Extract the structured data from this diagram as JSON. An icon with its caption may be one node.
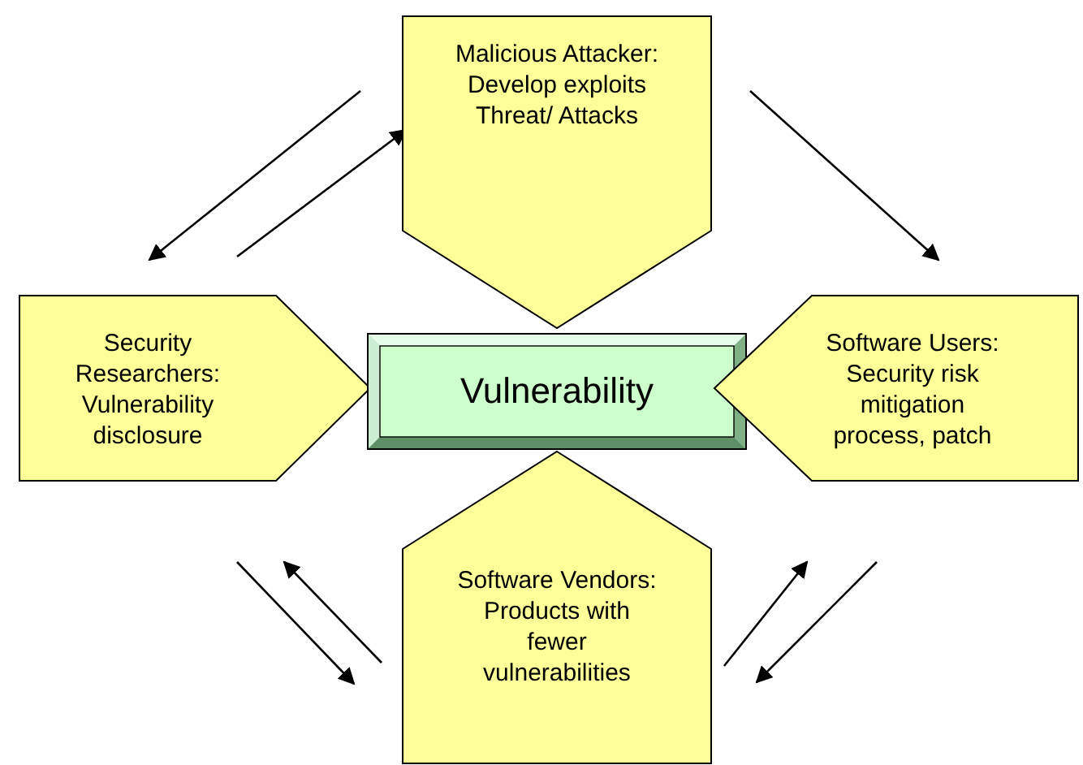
{
  "diagram": {
    "nodes": [
      {
        "text": [
          "Malicious Attacker: Develop exploits Threat/ Attacks"
        ]
      },
      {
        "text": [
          "Security Researchers: Vulnerability disclosure"
        ]
      },
      {
        "text": [
          "Vulnerability"
        ]
      },
      {
        "text": [
          "Software Users: Security risk mitigation process, patch"
        ]
      },
      {
        "text": [
          "Software Vendors: Products with fewer vulnerabilities"
        ]
      }
    ],
    "edges": [
      {
        "from": 0,
        "to": 1,
        "arrow": "to"
      },
      {
        "from": 1,
        "to": 0,
        "arrow": "to"
      },
      {
        "from": 0,
        "to": 3,
        "arrow": "to"
      },
      {
        "from": 1,
        "to": 4,
        "arrow": "to"
      },
      {
        "from": 4,
        "to": 1,
        "arrow": "to"
      },
      {
        "from": 4,
        "to": 3,
        "arrow": "to"
      },
      {
        "from": 3,
        "to": 4,
        "arrow": "to"
      }
    ]
  }
}
